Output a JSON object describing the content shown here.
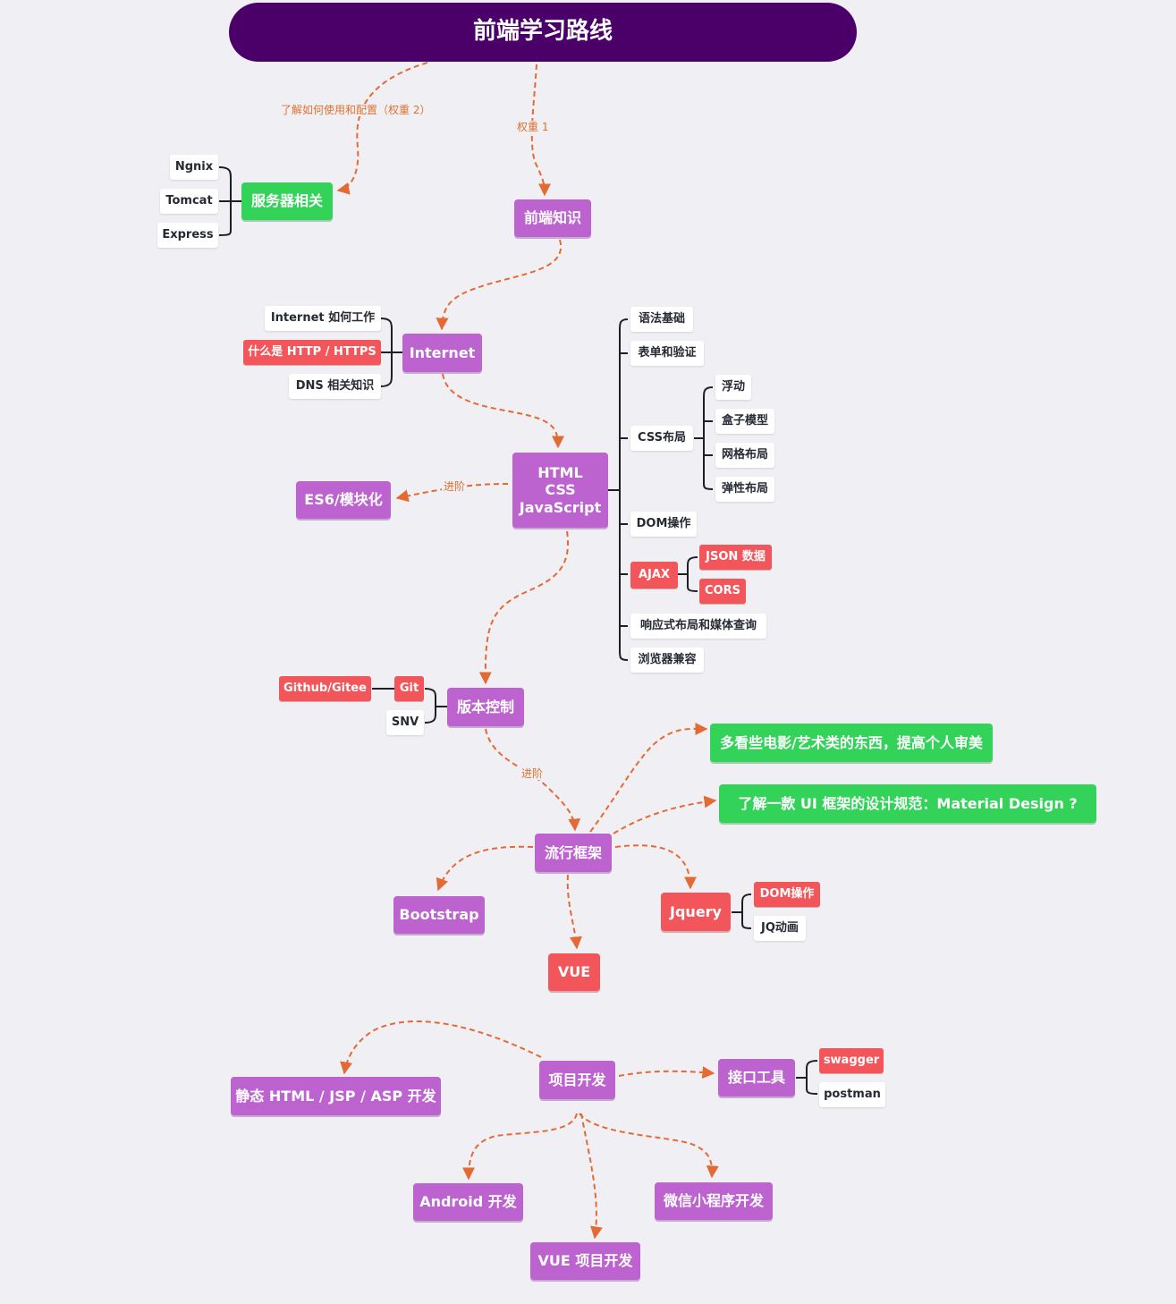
{
  "title": "前端学习路线",
  "edge_labels": {
    "config_weight2": "了解如何使用和配置（权重 2）",
    "weight1": "权重 1",
    "advance_es6": "进阶",
    "advance_framework": "进阶"
  },
  "server": {
    "label": "服务器相关",
    "items": [
      "Ngnix",
      "Tomcat",
      "Express"
    ]
  },
  "frontend": {
    "label": "前端知识"
  },
  "internet": {
    "label": "Internet",
    "items": [
      "Internet 如何工作",
      "什么是 HTTP / HTTPS",
      "DNS 相关知识"
    ]
  },
  "core": {
    "label_lines": [
      "HTML",
      "CSS",
      "JavaScript"
    ],
    "items": {
      "syntax": "语法基础",
      "forms": "表单和验证",
      "css_layout": "CSS布局",
      "dom": "DOM操作",
      "ajax": "AJAX",
      "responsive": "响应式布局和媒体查询",
      "compat": "浏览器兼容"
    },
    "css_layout_items": [
      "浮动",
      "盒子模型",
      "网格布局",
      "弹性布局"
    ],
    "ajax_items": [
      "JSON 数据",
      "CORS"
    ]
  },
  "es6": {
    "label": "ES6/模块化"
  },
  "vcs": {
    "label": "版本控制",
    "git": "Git",
    "github": "Github/Gitee",
    "snv": "SNV"
  },
  "tips": {
    "aesthetics": "多看些电影/艺术类的东西，提高个人审美",
    "ui_spec": "了解一款 UI 框架的设计规范：Material Design ?"
  },
  "frameworks": {
    "label": "流行框架",
    "bootstrap": "Bootstrap",
    "vue": "VUE",
    "jquery": "Jquery",
    "jquery_items": [
      "DOM操作",
      "JQ动画"
    ]
  },
  "projects": {
    "label": "项目开发",
    "static": "静态 HTML  / JSP / ASP 开发",
    "api_tools": "接口工具",
    "api_items": [
      "swagger",
      "postman"
    ],
    "android": "Android 开发",
    "wechat": "微信小程序开发",
    "vue_project": "VUE 项目开发"
  }
}
